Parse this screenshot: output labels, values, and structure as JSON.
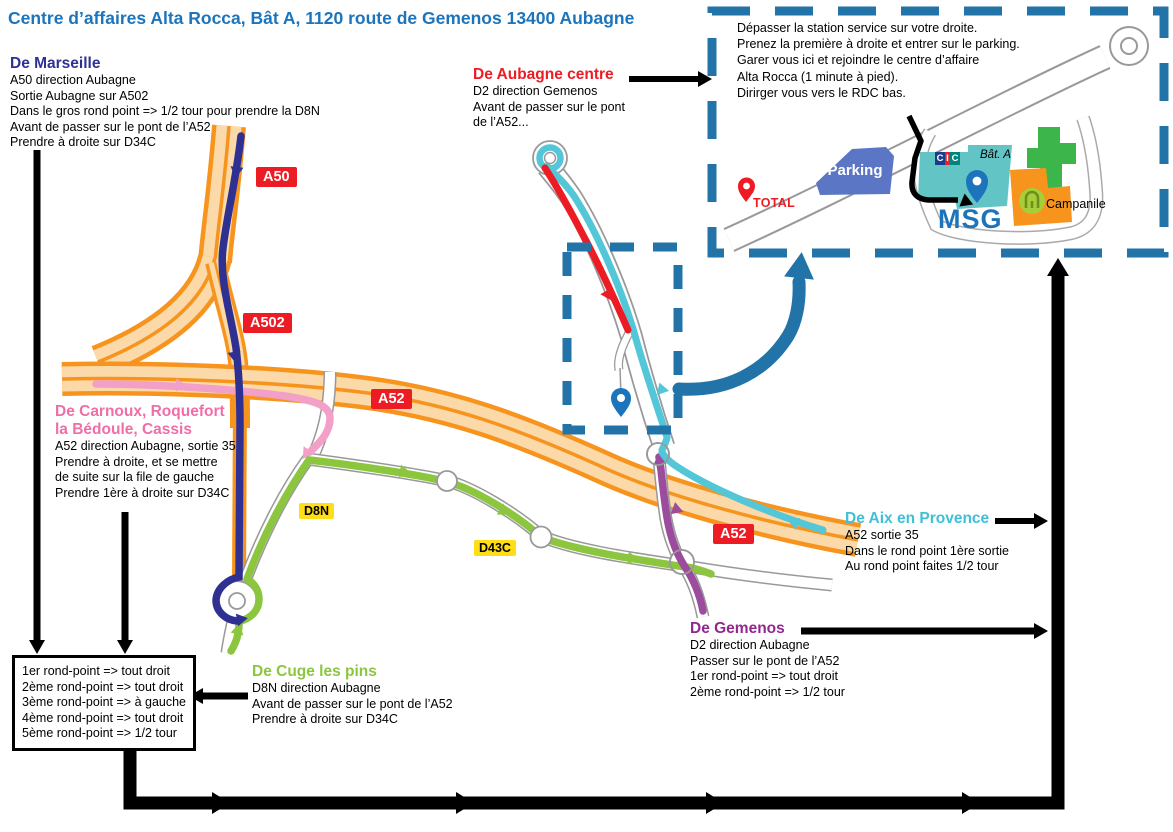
{
  "title": "Centre d’affaires Alta Rocca, Bât A, 1120 route de Gemenos 13400 Aubagne",
  "blocks": {
    "marseille": {
      "heading": "De Marseille",
      "lines": [
        "A50 direction Aubagne",
        "Sortie Aubagne sur A502",
        "Dans le gros rond point => 1/2 tour pour prendre la D8N",
        "Avant de passer sur le pont de l’A52",
        "Prendre à droite sur D34C"
      ]
    },
    "aubagne_centre": {
      "heading": "De Aubagne centre",
      "lines": [
        "D2 direction Gemenos",
        "Avant de passer sur le pont",
        "de l’A52..."
      ]
    },
    "carnoux": {
      "heading_line1": "De Carnoux, Roquefort",
      "heading_line2": "la Bédoule, Cassis",
      "lines": [
        "A52 direction Aubagne, sortie 35",
        "Prendre à droite, et se mettre",
        "de suite sur la file de gauche",
        "Prendre 1ère à droite sur D34C"
      ]
    },
    "cuge": {
      "heading": "De Cuge les pins",
      "lines": [
        "D8N direction Aubagne",
        "Avant de passer sur le pont de l’A52",
        "Prendre à droite sur D34C"
      ]
    },
    "gemenos": {
      "heading": "De Gemenos",
      "lines": [
        "D2 direction Aubagne",
        "Passer sur le pont de l’A52",
        "1er rond-point => tout droit",
        "2ème rond-point => 1/2 tour"
      ]
    },
    "aix": {
      "heading": "De Aix en Provence",
      "lines": [
        "A52 sortie 35",
        "Dans le rond point 1ère sortie",
        "Au rond point faites 1/2 tour"
      ]
    }
  },
  "roundabout_box": {
    "lines": [
      "1er rond-point => tout droit",
      "2ème rond-point => tout droit",
      "3ème rond-point => à gauche",
      "4ème rond-point => tout droit",
      "5ème rond-point => 1/2 tour"
    ]
  },
  "inset": {
    "instructions": [
      "Dépasser la station service sur votre droite.",
      "Prenez la première à droite et entrer sur le parking.",
      "Garer vous ici et rejoindre le centre d’affaire",
      "Alta Rocca (1 minute à pied).",
      "Dirirger vous vers le RDC bas."
    ],
    "labels": {
      "parking": "Parking",
      "total": "TOTAL",
      "bat_a": "Bât. A",
      "campanile": "Campanile",
      "msg": "MSG",
      "cic_c1": "C",
      "cic_i": "I",
      "cic_c2": "C"
    }
  },
  "road_badges": {
    "a50": "A50",
    "a502": "A502",
    "a52_west": "A52",
    "a52_east": "A52",
    "d8n": "D8N",
    "d43c": "D43C"
  },
  "colors": {
    "title_blue": "#1C75BC",
    "marseille_blue": "#2E3192",
    "red": "#ED1C24",
    "pink_heading": "#EF6EA8",
    "pink_route": "#F2A0C8",
    "green": "#8CC63F",
    "purple_heading": "#93278F",
    "purple_route": "#9C4C9C",
    "cyan": "#3FC0D8",
    "orange_road": "#F7941E",
    "orange_road_fill": "#FBD9A8",
    "steel_blue": "#2273A8",
    "badge_yellow": "#FFDE17",
    "teal_building": "#62C4C4",
    "green_building": "#3CB54A",
    "parking_blue": "#5B76C5",
    "campanile_green": "#A7CE39",
    "black": "#000000"
  }
}
